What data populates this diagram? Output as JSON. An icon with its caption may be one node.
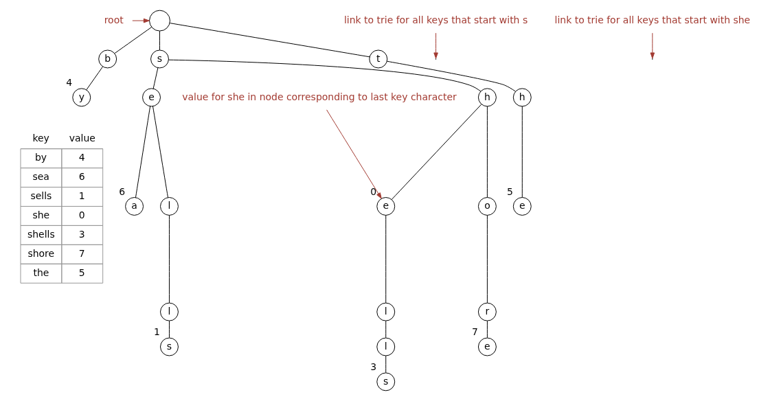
{
  "diagram": {
    "nodes": [
      {
        "text": [],
        "shape": "circle"
      },
      {
        "text": [
          "b"
        ]
      },
      {
        "text": [
          "s"
        ]
      },
      {
        "text": [
          "t"
        ]
      },
      {
        "text": [
          "y"
        ],
        "beside": [
          "4"
        ]
      },
      {
        "text": [
          "e"
        ]
      },
      {
        "text": [
          "h"
        ]
      },
      {
        "text": [
          "h"
        ]
      },
      {
        "text": [
          "a"
        ],
        "beside": [
          "6"
        ]
      },
      {
        "text": [
          "l"
        ]
      },
      {
        "text": [
          "e"
        ],
        "beside": [
          "0"
        ]
      },
      {
        "text": [
          "o"
        ]
      },
      {
        "text": [
          "e"
        ],
        "beside": [
          "5"
        ]
      },
      {
        "text": [
          "l"
        ]
      },
      {
        "text": [
          "l"
        ]
      },
      {
        "text": [
          "r"
        ]
      },
      {
        "text": [
          "s"
        ],
        "beside": [
          "1"
        ]
      },
      {
        "text": [
          "l"
        ]
      },
      {
        "text": [
          "e"
        ],
        "beside": [
          "7"
        ]
      },
      {
        "text": [
          "s"
        ],
        "beside": [
          "3"
        ]
      },
      {
        "text": [
          "root"
        ]
      },
      {
        "text": [
          "link to trie for all keys that start with s"
        ]
      },
      {
        "text": [
          "link to trie for all keys that start with she"
        ]
      },
      {
        "text": [
          "value for she in node corresponding to last key character"
        ]
      }
    ],
    "edges": [
      {
        "from": 0,
        "to": 1,
        "arrow": "none"
      },
      {
        "from": 0,
        "to": 2,
        "arrow": "none"
      },
      {
        "from": 0,
        "to": 3,
        "arrow": "none"
      },
      {
        "from": 1,
        "to": 4,
        "arrow": "none"
      },
      {
        "from": 2,
        "to": 5,
        "arrow": "none"
      },
      {
        "from": 2,
        "to": 6,
        "arrow": "none"
      },
      {
        "from": 3,
        "to": 7,
        "arrow": "none"
      },
      {
        "from": 5,
        "to": 8,
        "arrow": "none"
      },
      {
        "from": 5,
        "to": 9,
        "arrow": "none"
      },
      {
        "from": 6,
        "to": 10,
        "arrow": "none"
      },
      {
        "from": 6,
        "to": 11,
        "arrow": "none"
      },
      {
        "from": 7,
        "to": 12,
        "arrow": "none"
      },
      {
        "from": 9,
        "to": 13,
        "arrow": "none"
      },
      {
        "from": 10,
        "to": 14,
        "arrow": "none"
      },
      {
        "from": 11,
        "to": 15,
        "arrow": "none"
      },
      {
        "from": 13,
        "to": 16,
        "arrow": "none"
      },
      {
        "from": 14,
        "to": 17,
        "arrow": "none"
      },
      {
        "from": 15,
        "to": 18,
        "arrow": "none"
      },
      {
        "from": 17,
        "to": 19,
        "arrow": "none"
      },
      {
        "from": 20,
        "to": 0,
        "arrow": "to",
        "color": "#a33b32"
      },
      {
        "from": 21,
        "to": null,
        "arrow": "to",
        "color": "#a33b32"
      },
      {
        "from": 22,
        "to": null,
        "arrow": "to",
        "color": "#a33b32"
      },
      {
        "from": 23,
        "to": 10,
        "arrow": "to",
        "color": "#a33b32"
      }
    ],
    "labels": [
      "key",
      "value",
      "by",
      "4",
      "sea",
      "6",
      "sells",
      "1",
      "she",
      "0",
      "shells",
      "3",
      "shore",
      "7",
      "the",
      "5"
    ]
  }
}
